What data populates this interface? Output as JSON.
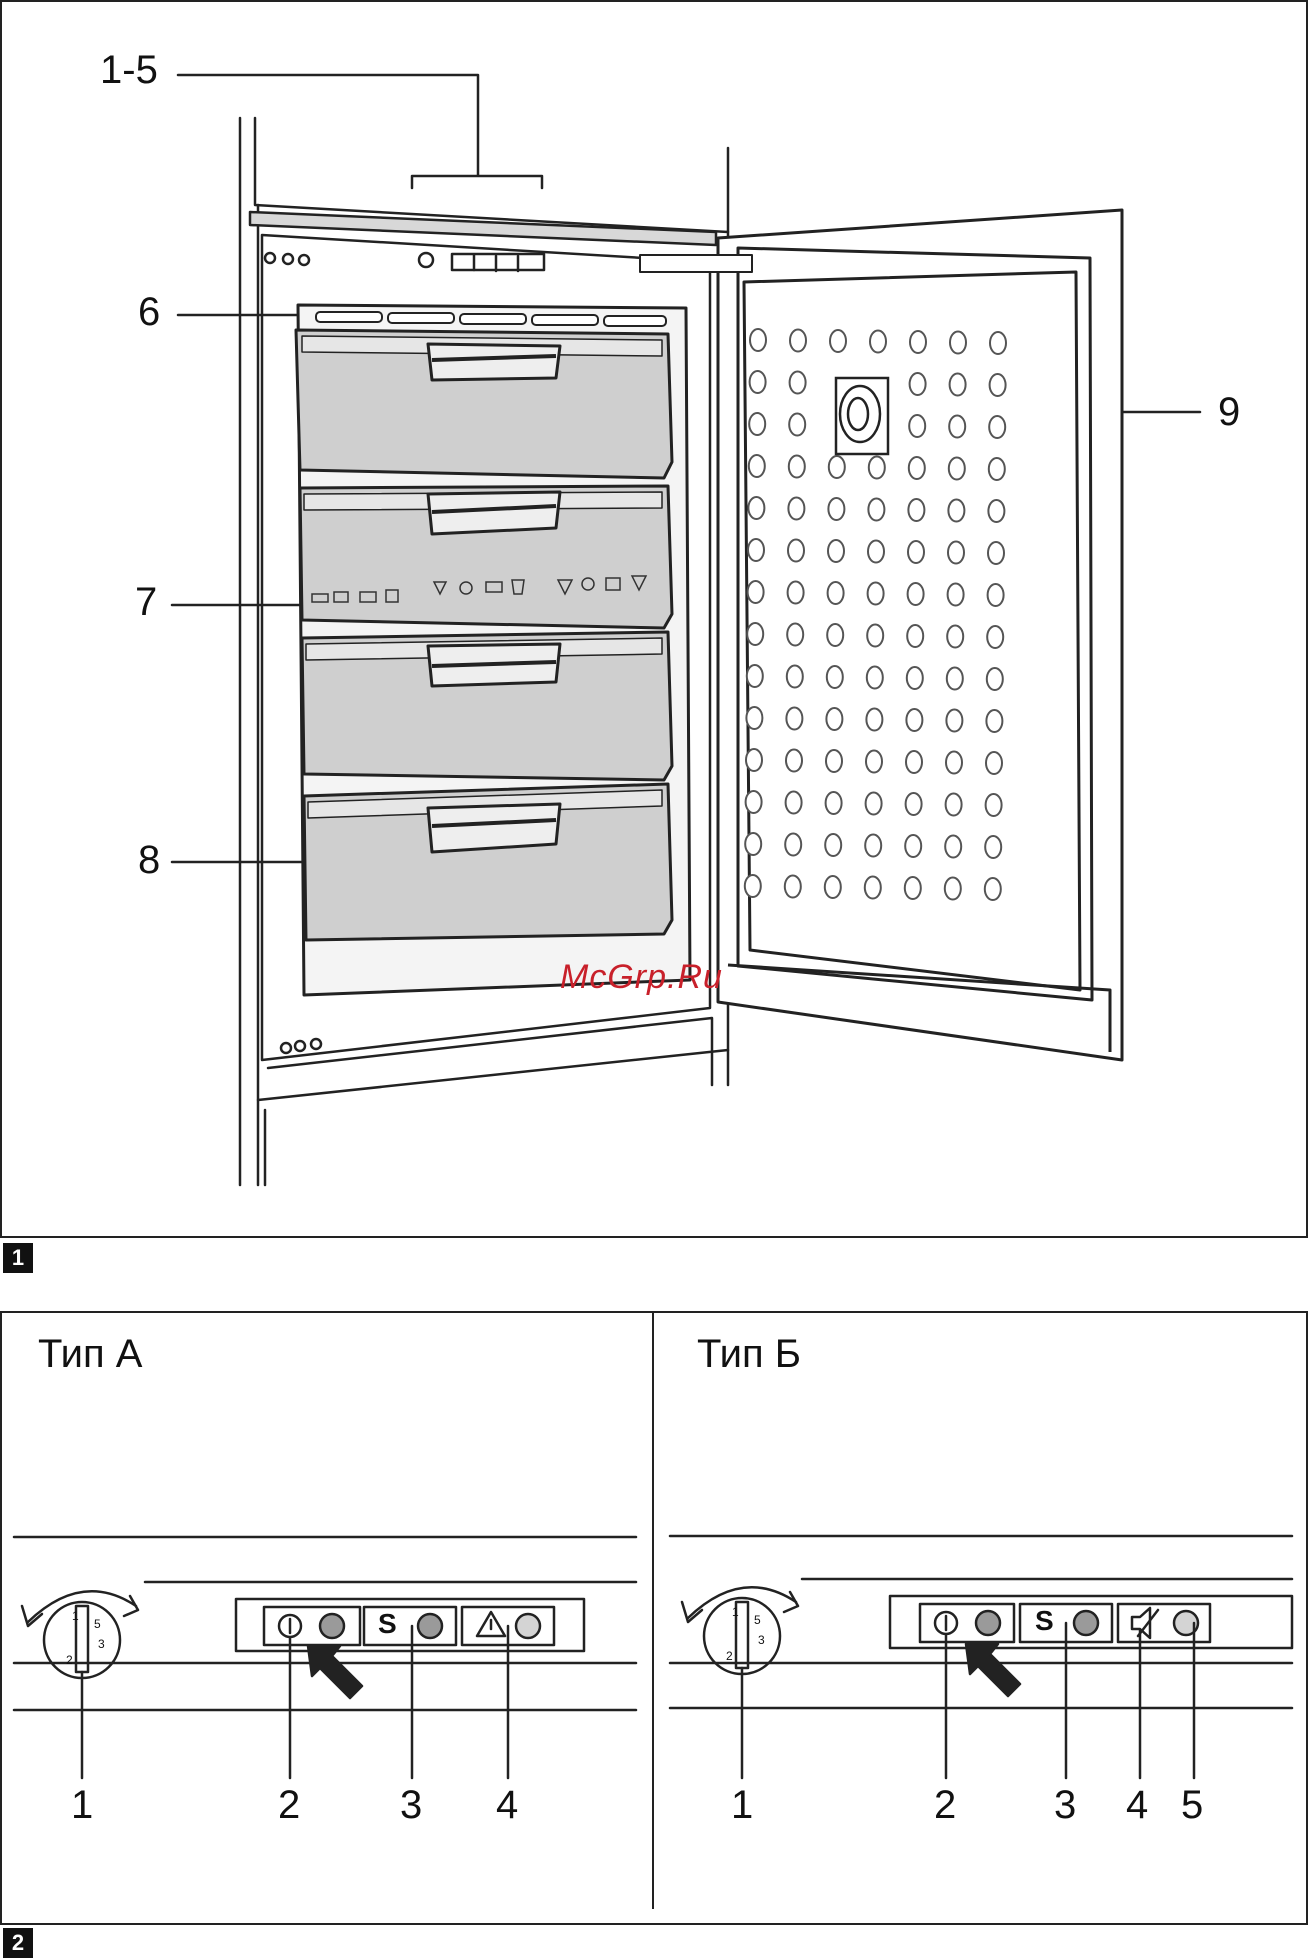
{
  "figure1": {
    "tag": "1",
    "labels": {
      "controls": "1-5",
      "air_vent": "6",
      "drawer_chart": "7",
      "drawer": "8",
      "door_item": "9"
    },
    "watermark": "McGrp.Ru"
  },
  "figure2": {
    "tag": "2",
    "type_a": {
      "title": "Тип А",
      "numbers": [
        "1",
        "2",
        "3",
        "4"
      ],
      "button_s": "S"
    },
    "type_b": {
      "title": "Тип Б",
      "numbers": [
        "1",
        "2",
        "3",
        "4",
        "5"
      ],
      "button_s": "S"
    }
  },
  "icons": [
    "power-icon",
    "super-freeze-s-icon",
    "warning-icon",
    "alarm-off-speaker-icon",
    "temperature-knob-icon",
    "pointer-arrow-icon"
  ],
  "colors": {
    "line": "#222222",
    "drawer_fill": "#cfcfcf",
    "indicator": "#9a9a9a",
    "watermark": "#c8202a"
  }
}
